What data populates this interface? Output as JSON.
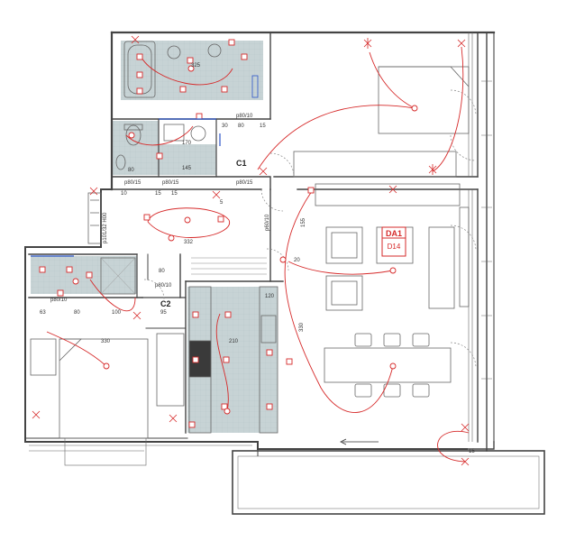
{
  "colors": {
    "wall": "#444444",
    "tile": "#c7d3d5",
    "circuit": "#d62a2a",
    "blue": "#2b54c8",
    "line": "#777777"
  },
  "rooms": {
    "c1": "C1",
    "c2": "C2"
  },
  "tag": {
    "top": "DA1",
    "bottom": "D14"
  },
  "dims": {
    "bath_width": "325",
    "wc_p80_10": "p80/10",
    "wc_80": "80",
    "wc_15": "15",
    "wc_30": "30",
    "wc_170": "170",
    "wc_145": "145",
    "wc_80b": "80",
    "hall_p80_15a": "p80/15",
    "hall_p80_15b": "p80/15",
    "hall_p80_15c": "p80/15",
    "hall_10": "10",
    "hall_15a": "15",
    "hall_15b": "15",
    "hall_5": "5",
    "hall_vertical": "p101/32 H00",
    "hall_332": "332",
    "hall_p60_10": "p60/10",
    "p80_10_lower": "p80/10",
    "bath2_p80_10": "p80/10",
    "bath2_80": "80",
    "bed_63": "63",
    "bed_80": "80",
    "bed_100": "100",
    "bed_95": "95",
    "bed_330": "330",
    "kitchen_210": "210",
    "kitchen_120": "120",
    "living_155": "155",
    "living_330": "330",
    "living_20": "20",
    "balcony_15": "15"
  }
}
